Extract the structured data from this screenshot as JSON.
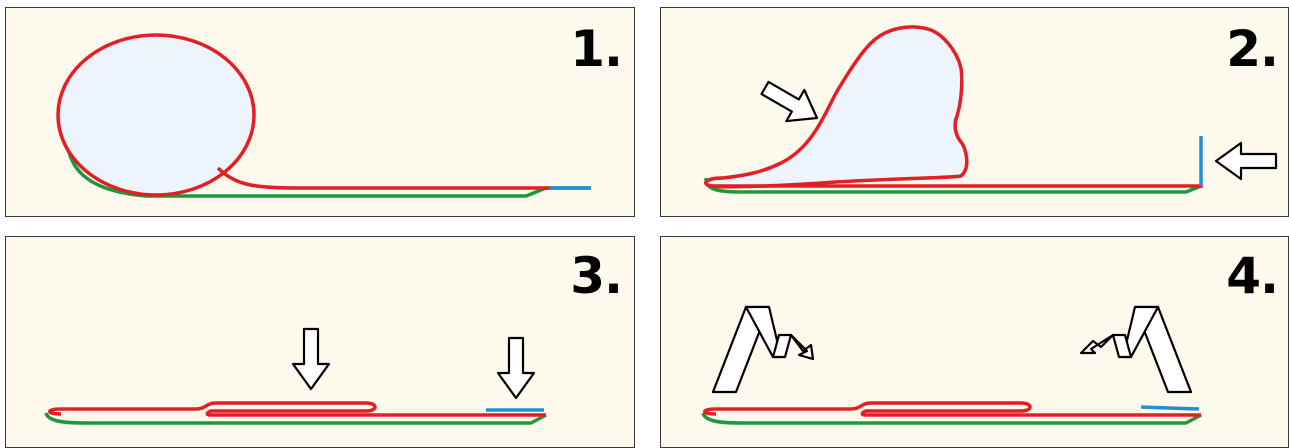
{
  "panels": [
    {
      "label": "1."
    },
    {
      "label": "2."
    },
    {
      "label": "3."
    },
    {
      "label": "4."
    }
  ],
  "colors": {
    "background": "#fdf9ec",
    "fill": "#eef4fb",
    "red_line": "#e31e24",
    "green_line": "#1a9a3c",
    "blue_line": "#1f8fd6",
    "arrow_stroke": "#000000",
    "arrow_fill": "#ffffff"
  }
}
